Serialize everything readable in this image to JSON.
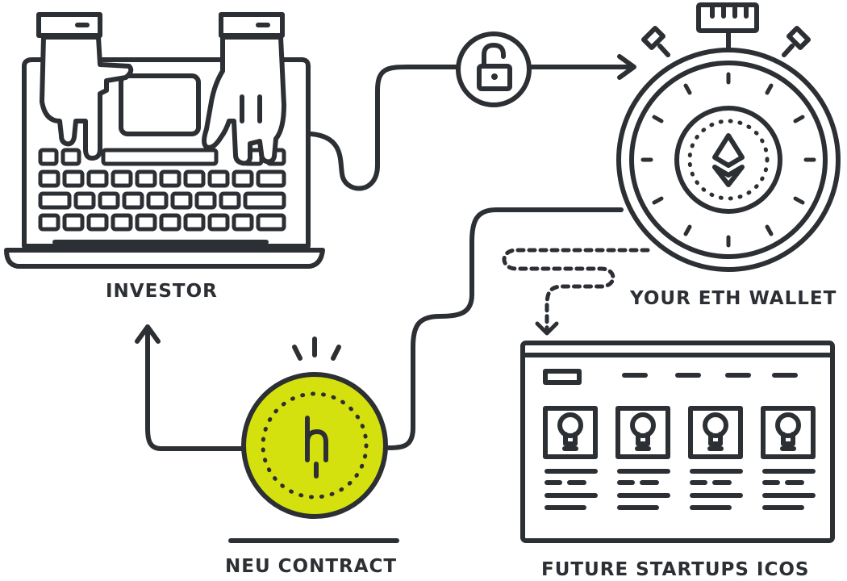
{
  "labels": {
    "investor": "INVESTOR",
    "wallet": "YOUR ETH WALLET",
    "contract": "NEU CONTRACT",
    "icos": "FUTURE STARTUPS ICOS"
  },
  "colors": {
    "stroke": "#2c2f33",
    "accent": "#d4e10f",
    "background": "#ffffff"
  },
  "icons": {
    "laptop": "laptop-icon",
    "hands": "hands-icon",
    "lock": "unlocked-padlock-icon",
    "stopwatch": "stopwatch-icon",
    "ethereum": "ethereum-icon",
    "coin": "neu-coin-icon",
    "browser": "browser-window-icon",
    "lightbulb": "lightbulb-icon"
  }
}
